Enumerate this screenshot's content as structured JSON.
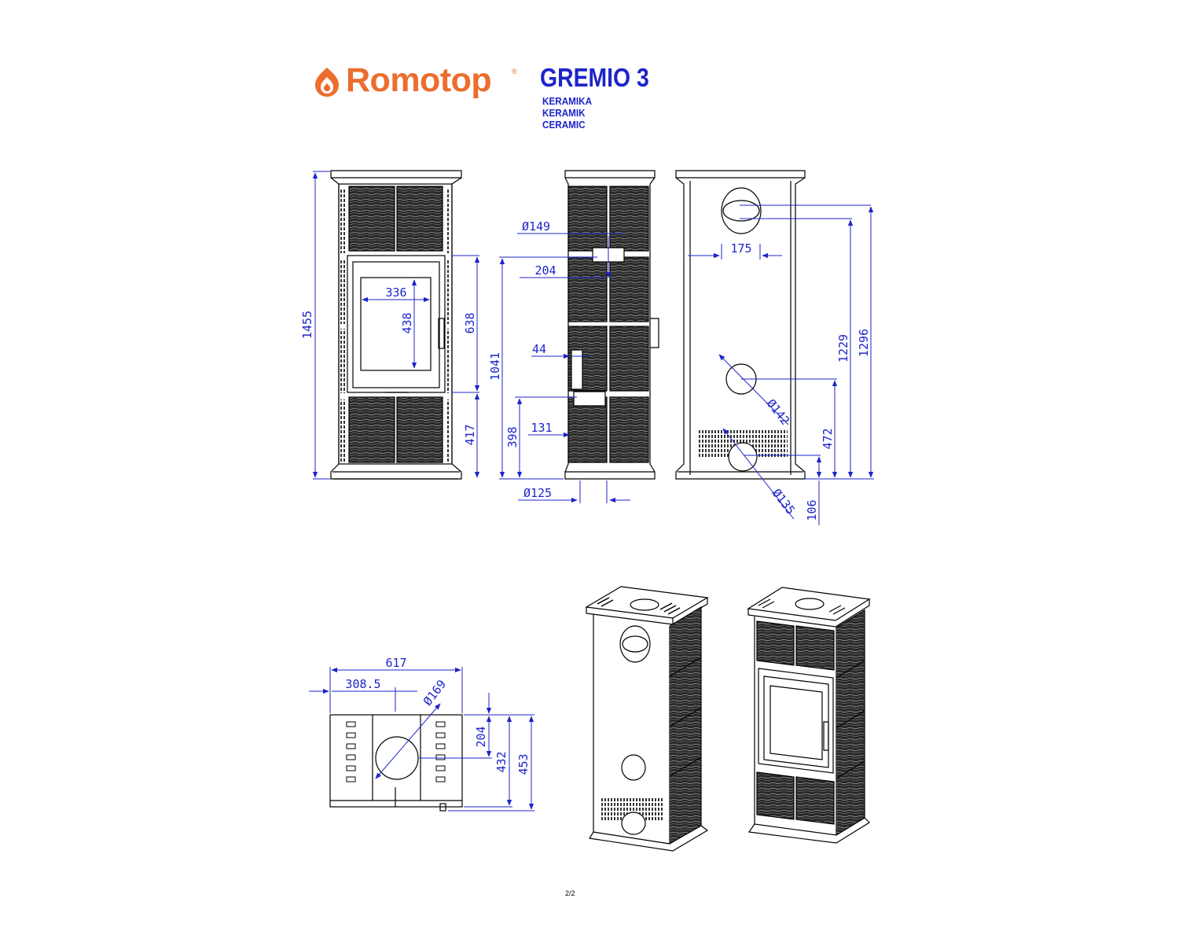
{
  "brand": {
    "name": "Romotop",
    "registered": "®",
    "color": "#ec6d2d",
    "logo_icon": "flame-icon"
  },
  "product": {
    "model": "GREMIO 3",
    "variants": [
      "KERAMIKA",
      "KERAMIK",
      "CERAMIC"
    ],
    "title_color": "#1d24c9"
  },
  "dimension_color": "#1d24c9",
  "front_view": {
    "height": "1455",
    "door_height": "638",
    "lower_height": "417",
    "glass_width": "336",
    "glass_height": "438"
  },
  "side_view": {
    "upper_outlet_diameter": "Ø149",
    "upper_outlet_offset": "204",
    "upper_outlet_height": "1041",
    "air_inlet_offset": "44",
    "lower_outlet_height": "398",
    "lower_outlet_offset": "131",
    "air_inlet_diameter": "Ø125"
  },
  "rear_view": {
    "top_outlet_width": "175",
    "top_outlet_height": "1229",
    "total_height": "1296",
    "rear_outlet_diameter": "Ø142",
    "rear_outlet_height": "472",
    "bottom_inlet_diameter": "Ø135",
    "bottom_inlet_height": "106"
  },
  "top_view": {
    "width": "617",
    "half_width": "308.5",
    "outlet_diameter": "Ø169",
    "outlet_depth": "204",
    "depth": "432",
    "total_depth": "453"
  },
  "page_number": "2/2"
}
